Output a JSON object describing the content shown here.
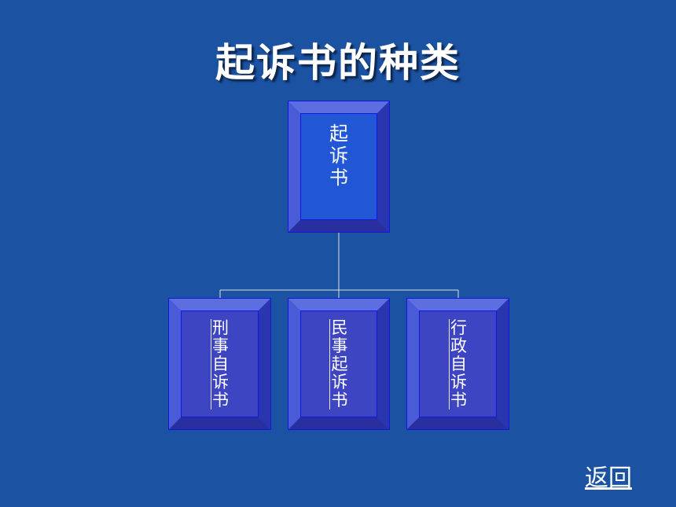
{
  "title": "起诉书的种类",
  "root": {
    "label": "起诉书"
  },
  "children": [
    {
      "label": "刑事自诉书"
    },
    {
      "label": "民事起诉书"
    },
    {
      "label": "行政自诉书"
    }
  ],
  "return_label": "返回",
  "colors": {
    "background": "#1b52a2",
    "root_face": "#2157d4",
    "child_face": "#3d45c2",
    "bevel_light": "#5d6fe0",
    "bevel_dark": "#2a2fa0",
    "outline": "#1018e0",
    "connector": "#dddddd"
  }
}
